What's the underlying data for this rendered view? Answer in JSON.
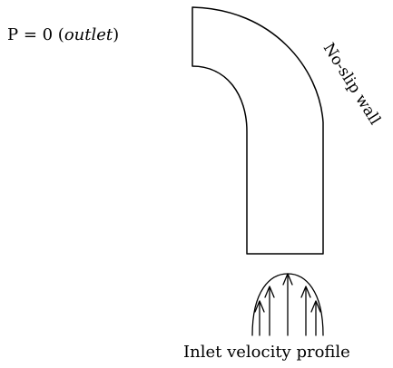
{
  "labels": {
    "outlet_prefix": "P = 0 (",
    "outlet_word": "outlet",
    "outlet_suffix": ")",
    "wall": "No-slip wall",
    "inlet": "Inlet velocity profile"
  },
  "colors": {
    "ink": "#000000",
    "background": "#ffffff"
  },
  "inlet_profile": {
    "shape": "parabolic",
    "arrow_count": 5
  }
}
